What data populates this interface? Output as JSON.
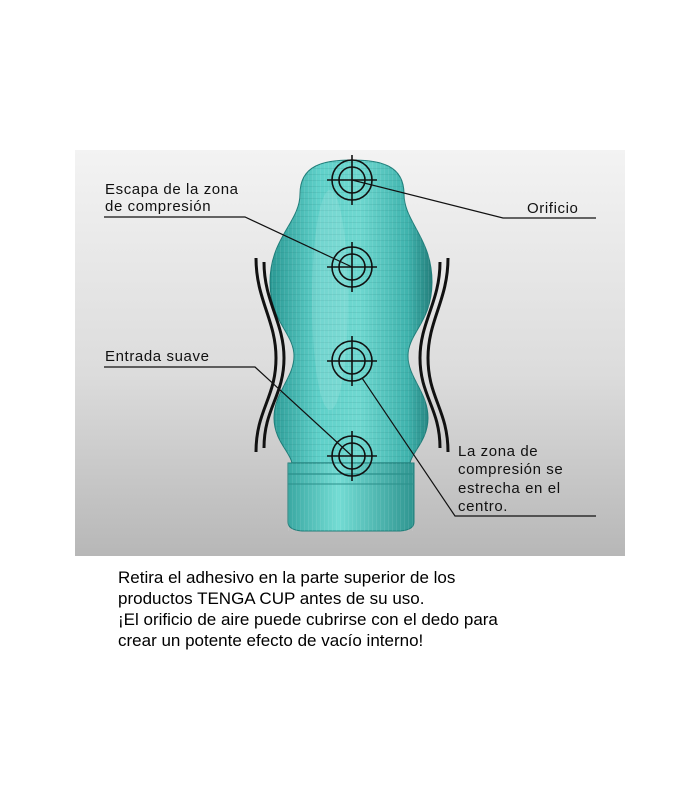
{
  "labels": {
    "escape": [
      "Escapa de la zona",
      "de compresión"
    ],
    "hole": "Orificio",
    "entry": "Entrada suave",
    "compression": [
      "La zona de",
      "compresión se",
      "estrecha en el",
      "centro."
    ]
  },
  "caption": [
    "Retira el adhesivo en la parte superior de los",
    "productos TENGA CUP antes de su uso.",
    "¡El orificio de aire puede cubrirse con el dedo para",
    "crear un potente efecto de vacío interno!"
  ],
  "colors": {
    "cup": "#4fc7c0",
    "cup_dark": "#2a8f8c",
    "background_top": "#f2f2f2",
    "background_bottom": "#b9b9b9",
    "ink": "#111111"
  },
  "icons": [
    "crosshair-icon",
    "wave-lines-icon"
  ]
}
